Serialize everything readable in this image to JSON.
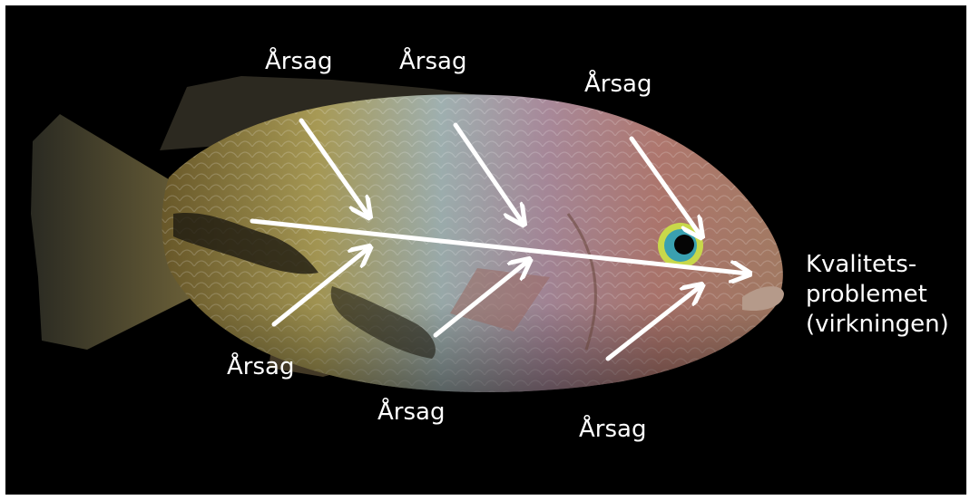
{
  "diagram": {
    "cause_label": "Årsag",
    "effect_lines": [
      "Kvalitets-",
      "problemet",
      "(virkningen)"
    ],
    "colors": {
      "background": "#000000",
      "arrow": "#ffffff",
      "text": "#ffffff"
    }
  }
}
